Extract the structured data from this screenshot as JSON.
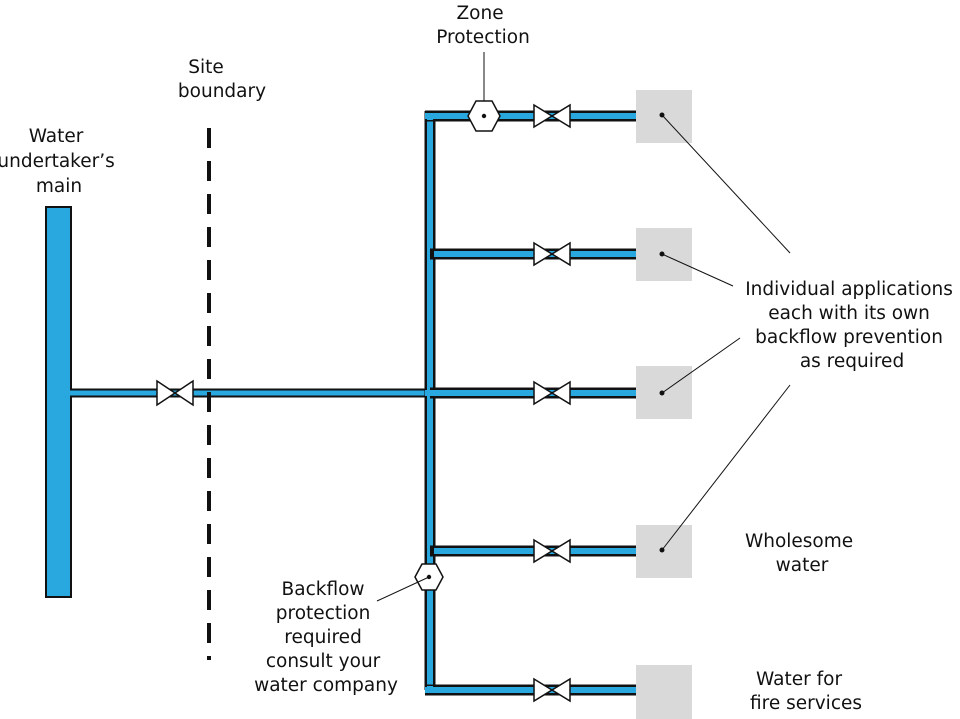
{
  "labels": {
    "main": [
      "Water",
      "undertaker’s",
      "main"
    ],
    "site_boundary": [
      "Site",
      "boundary"
    ],
    "zone_protection": [
      "Zone",
      "Protection"
    ],
    "backflow": [
      "Backflow",
      "protection",
      "required",
      "consult your",
      "water company"
    ],
    "individual": [
      "Individual applications",
      "each with its own",
      "backflow prevention",
      "as required"
    ],
    "wholesome": [
      "Wholesome",
      "water"
    ],
    "fire": [
      "Water for",
      "fire services"
    ]
  },
  "colors": {
    "pipe_blue": "#29a8e0",
    "outline": "#111111",
    "application_box": "#d9d9d9"
  },
  "icons": {
    "gate_valve": "bowtie-valve-icon",
    "backflow_device": "hexagon-device-icon",
    "boundary": "dashed-line"
  }
}
